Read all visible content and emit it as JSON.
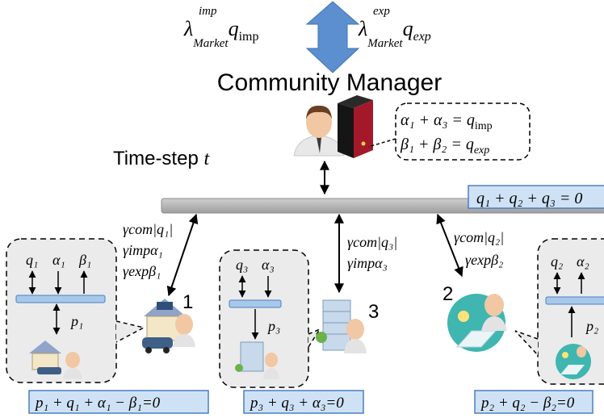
{
  "market": {
    "import_price": "λ",
    "import_price_sup": "imp",
    "import_price_sub": "Market",
    "import_qty": "q",
    "import_qty_sub": "imp",
    "export_price": "λ",
    "export_price_sup": "exp",
    "export_price_sub": "Market",
    "export_qty": "q",
    "export_qty_sub": "exp"
  },
  "manager": {
    "title": "Community Manager",
    "constraint_1": "α₁ + α₃ = q",
    "constraint_1_sub": "imp",
    "constraint_2": "β₁ + β₂ = q",
    "constraint_2_sub": "exp"
  },
  "time_step": {
    "label": "Time-step ",
    "var": "t"
  },
  "bus": {
    "balance": "q₁ + q₂ + q₃ = 0"
  },
  "links": {
    "m1_line1": "γcom|q₁|",
    "m1_line2": "γimpα₁",
    "m1_line3": "γexpβ₁",
    "m3_line1": "γcom|q₃|",
    "m3_line2": "γimpα₃",
    "m2_line1": "γcom|q₂|",
    "m2_line2": "γexpβ₂"
  },
  "member_1": {
    "number": "1",
    "q": "q₁",
    "alpha": "α₁",
    "beta": "β₁",
    "p": "p₁",
    "balance": "p₁ + q₁ + α₁ − β₁=0"
  },
  "member_3": {
    "number": "3",
    "q": "q₃",
    "alpha": "α₃",
    "p": "p₃",
    "balance": "p₃ + q₃ + α₃=0"
  },
  "member_2": {
    "number": "2",
    "q": "q₂",
    "alpha": "α₂",
    "p": "p₂",
    "balance": "p₂ + q₂ − β₂=0"
  },
  "colors": {
    "arrow_blue": "#5b8fcf",
    "label_fill": "#cfe2f5",
    "label_stroke": "#4a7fc0",
    "bubble_fill": "#ebebeb",
    "bus_fill": "#b3b3b3"
  }
}
